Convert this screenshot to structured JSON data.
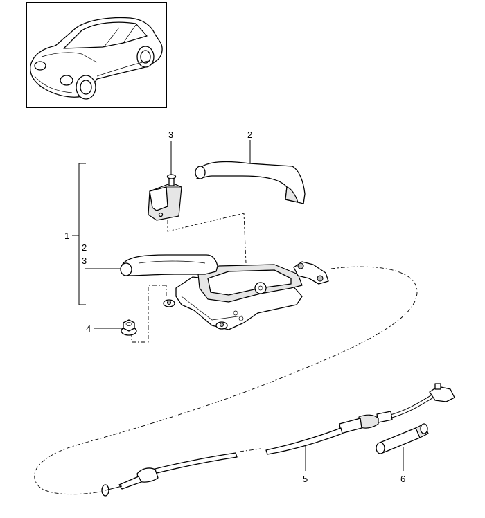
{
  "callouts": {
    "ref_1": "1",
    "ref_2_top": "2",
    "ref_2_bracket": "2",
    "ref_3_top": "3",
    "ref_3_bracket": "3",
    "ref_4": "4",
    "ref_5": "5",
    "ref_6": "6"
  },
  "icons": {
    "thumbnail": "car-coupe-icon"
  }
}
